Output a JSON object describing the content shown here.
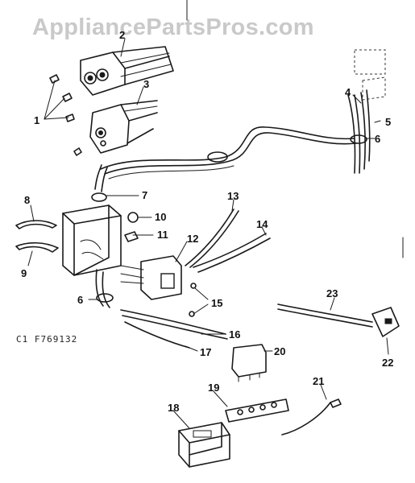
{
  "watermark": "AppliancePartsPros.com",
  "caption": "C1    F769132",
  "callouts": [
    "1",
    "2",
    "3",
    "4",
    "5",
    "6",
    "6",
    "7",
    "8",
    "9",
    "10",
    "11",
    "12",
    "13",
    "14",
    "15",
    "16",
    "17",
    "18",
    "19",
    "20",
    "21",
    "22",
    "23"
  ]
}
